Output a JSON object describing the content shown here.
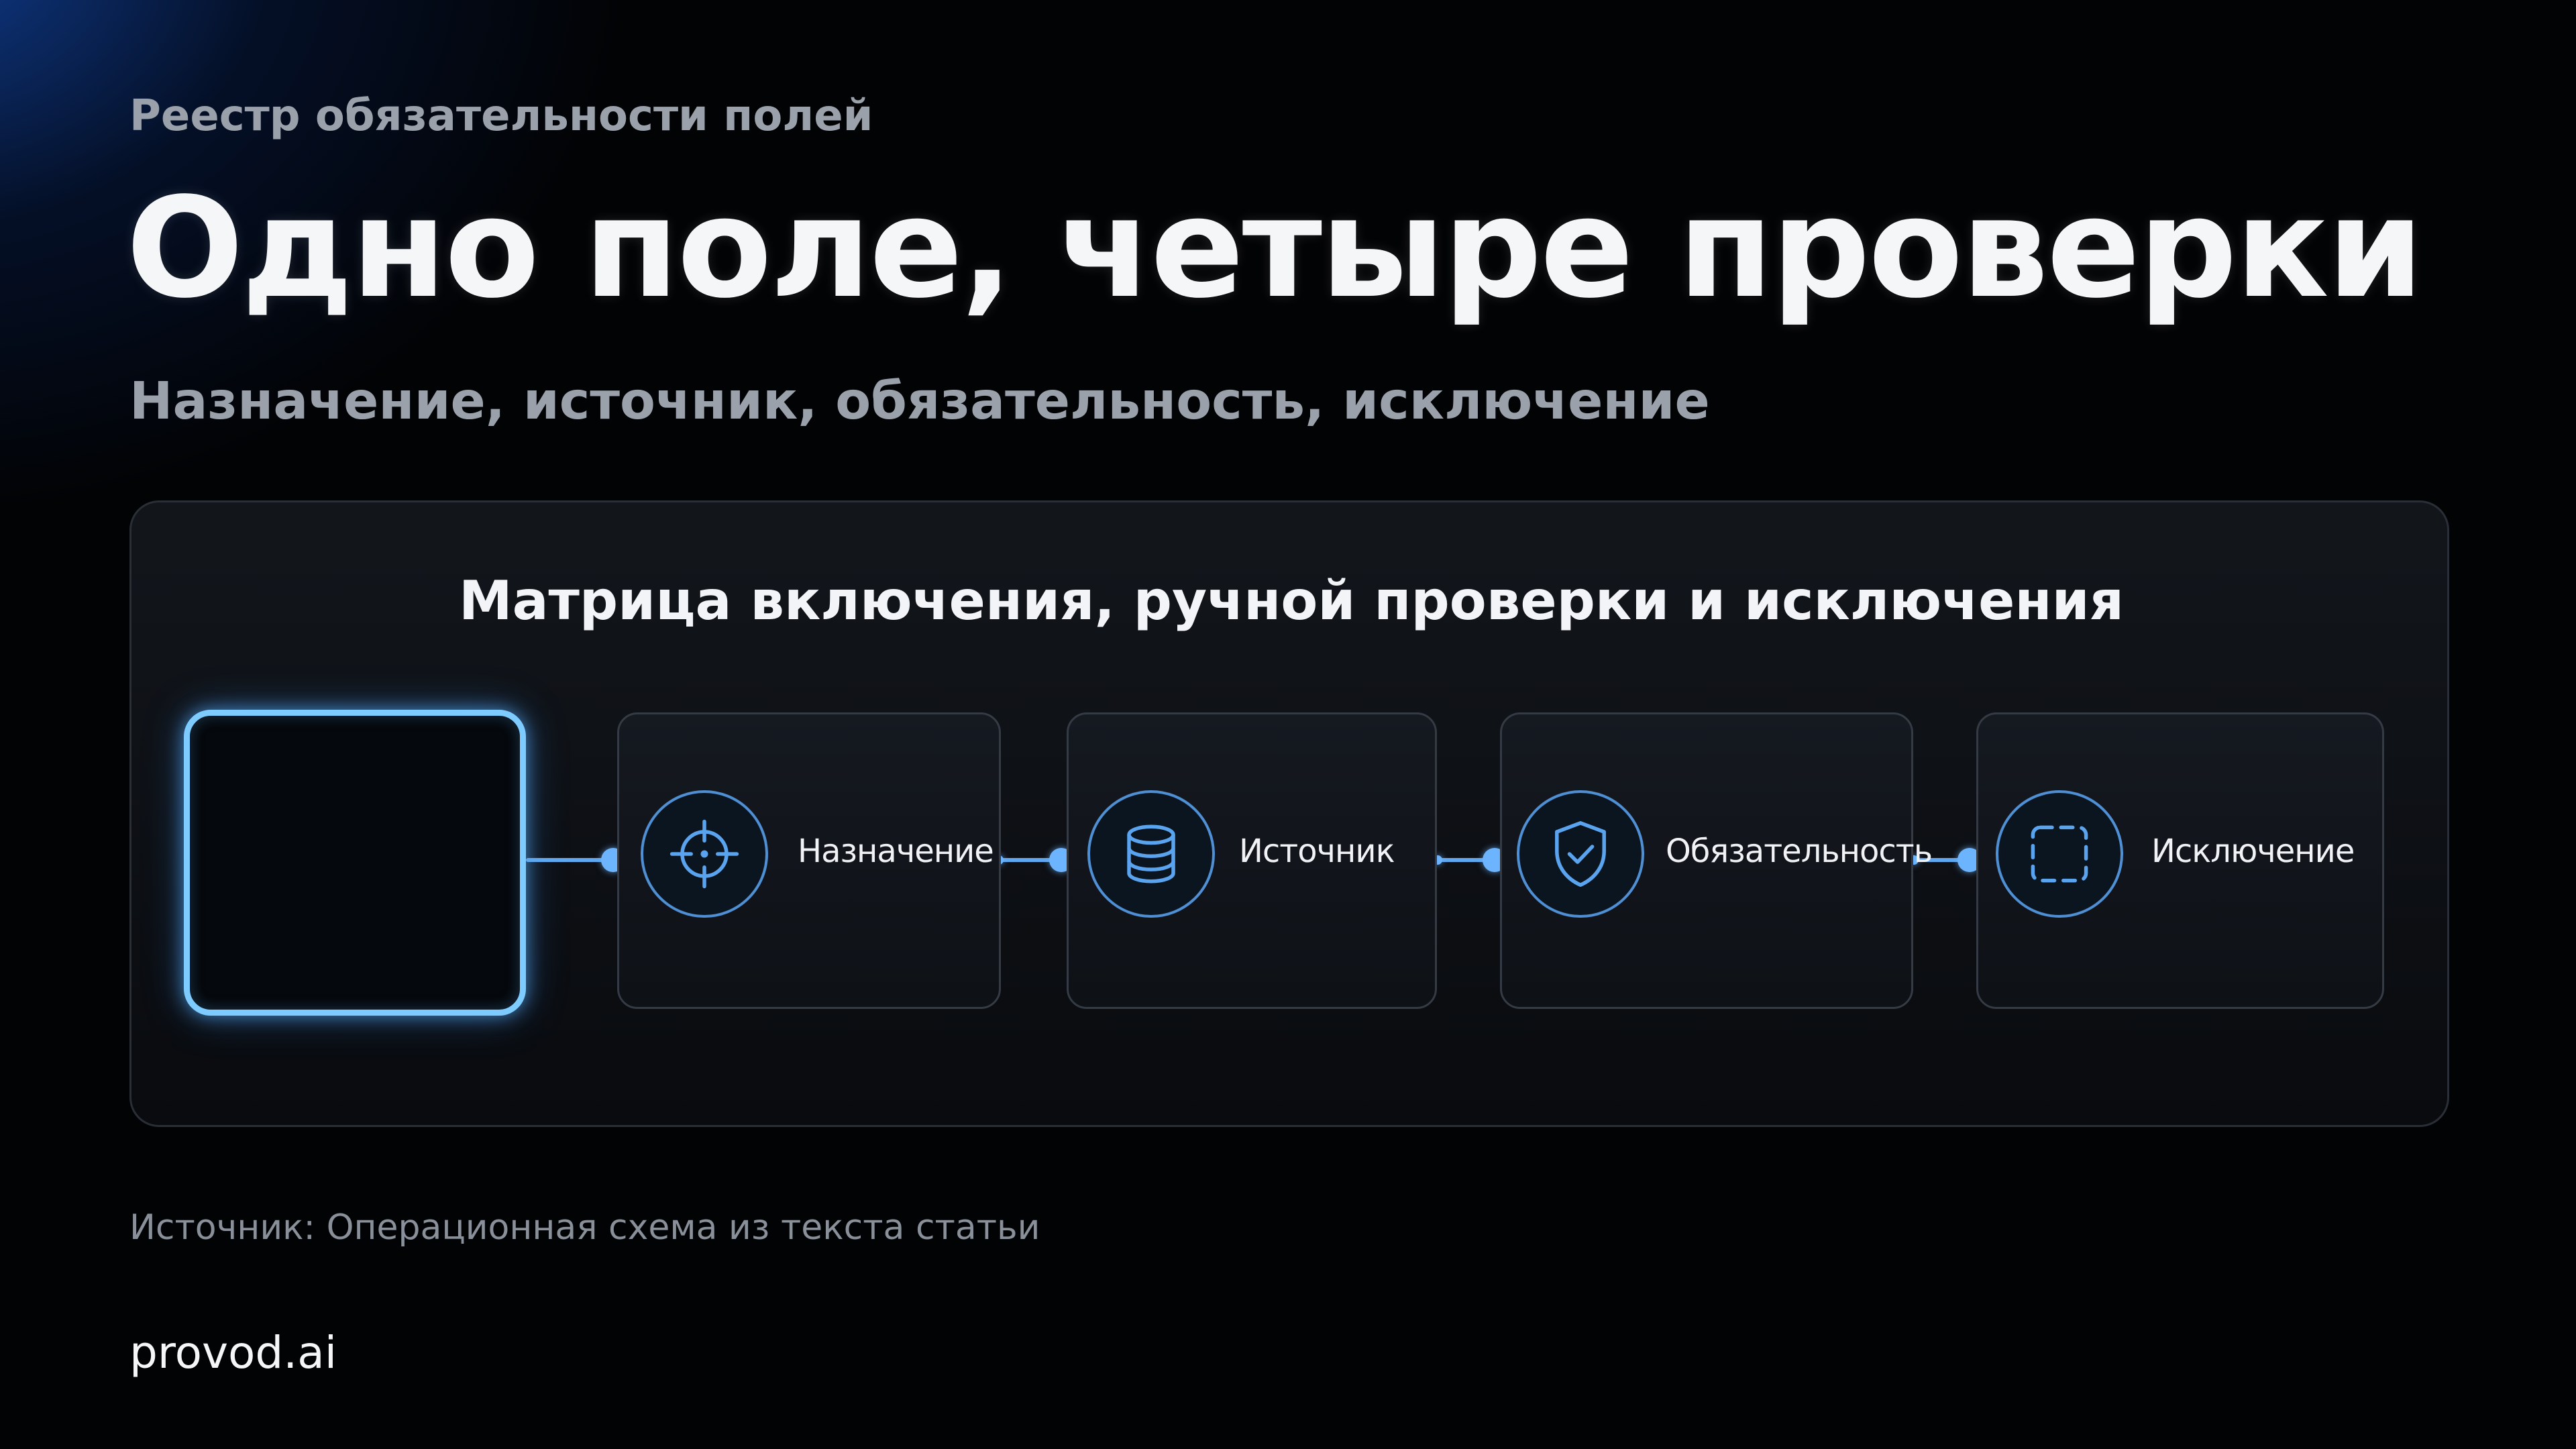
{
  "header": {
    "kicker": "Реестр обязательности полей",
    "title": "Одно поле, четыре проверки",
    "subtitle": "Назначение, источник, обязательность, исключение"
  },
  "diagram": {
    "title": "Матрица включения, ручной проверки и исключения",
    "steps": [
      {
        "label": "Назначение",
        "icon": "crosshair-icon"
      },
      {
        "label": "Источник",
        "icon": "database-icon"
      },
      {
        "label": "Обязательность",
        "icon": "shield-check-icon"
      },
      {
        "label": "Исключение",
        "icon": "dashed-square-icon"
      }
    ],
    "accent_color": "#6db4ff",
    "source_box_color": "#7ecbff"
  },
  "footer": {
    "source_note": "Источник: Операционная схема из текста статьи",
    "brand": "provod.ai"
  }
}
